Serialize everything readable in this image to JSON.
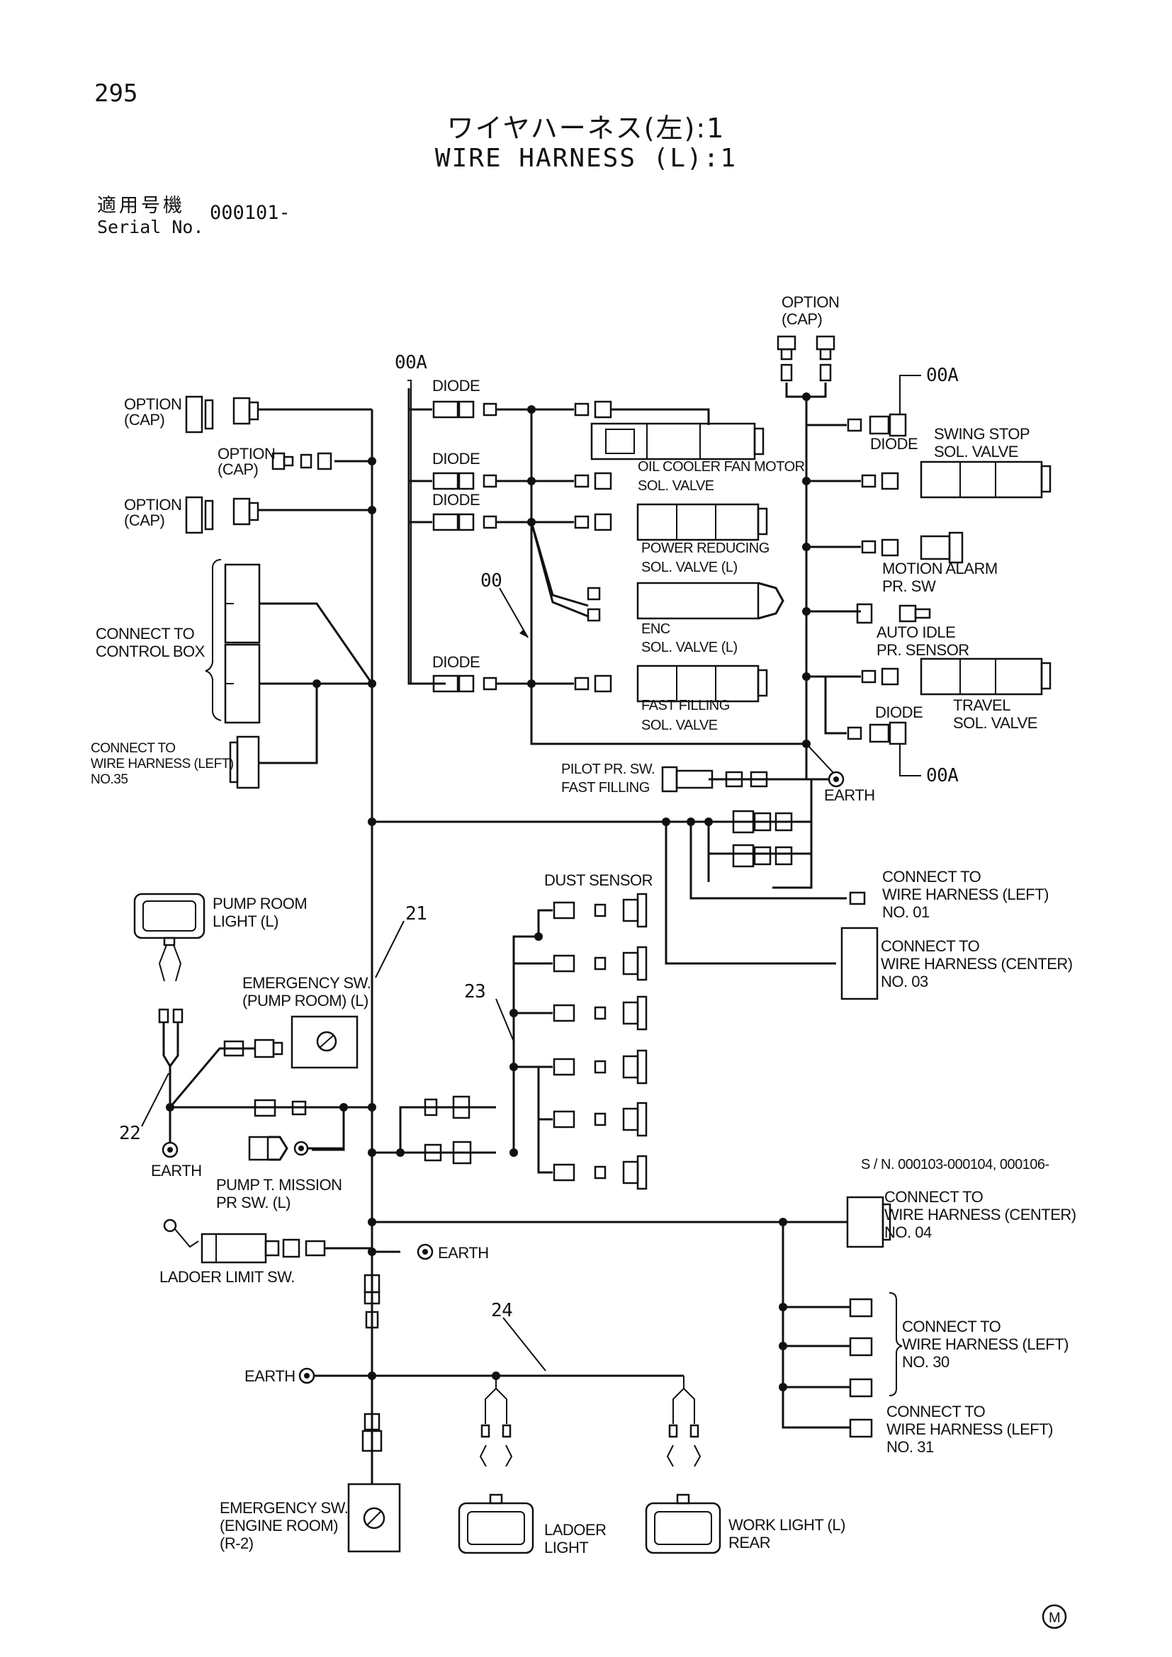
{
  "header": {
    "page_number": "295",
    "title_jp": "ワイヤハーネス(左):1",
    "title_en": "WIRE HARNESS (L):1",
    "serial_label_jp": "適用号機",
    "serial_label_en": "Serial No.",
    "serial_value": "000101-"
  },
  "labels": {
    "option_cap_1": [
      "OPTION",
      "(CAP)"
    ],
    "option_cap_2": [
      "OPTION",
      "(CAP)"
    ],
    "option_cap_3": [
      "OPTION",
      "(CAP)"
    ],
    "option_cap_top": [
      "OPTION",
      "(CAP)"
    ],
    "connect_control_box": [
      "CONNECT TO",
      "CONTROL BOX"
    ],
    "connect_wh_left_35": [
      "CONNECT TO",
      "WIRE HARNESS (LEFT)",
      "NO.35"
    ],
    "ref_00a_top": "00A",
    "ref_00a_right_top": "00A",
    "ref_00a_right_bottom": "00A",
    "ref_00": "00",
    "ref_21": "21",
    "ref_22": "22",
    "ref_23": "23",
    "ref_24": "24",
    "diode_1": "DIODE",
    "diode_2": "DIODE",
    "diode_3": "DIODE",
    "diode_4": "DIODE",
    "diode_right_1": "DIODE",
    "diode_right_2": "DIODE",
    "oil_cooler": [
      "OIL COOLER FAN MOTOR",
      "SOL. VALVE"
    ],
    "power_reducing": [
      "POWER REDUCING",
      "SOL. VALVE (L)"
    ],
    "enc": [
      "ENC",
      "SOL. VALVE (L)"
    ],
    "fast_filling": [
      "FAST FILLING",
      "SOL. VALVE"
    ],
    "swing_stop": [
      "SWING STOP",
      "SOL. VALVE"
    ],
    "motion_alarm": [
      "MOTION ALARM",
      "PR. SW"
    ],
    "auto_idle": [
      "AUTO IDLE",
      "PR. SENSOR"
    ],
    "travel": [
      "TRAVEL",
      "SOL. VALVE"
    ],
    "pilot_pr_sw": [
      "PILOT PR. SW.",
      "FAST FILLING"
    ],
    "earth_1": "EARTH",
    "earth_2": "EARTH",
    "earth_3": "EARTH",
    "earth_4": "EARTH",
    "connect_wh_left_01": [
      "CONNECT TO",
      "WIRE HARNESS (LEFT)",
      "NO. 01"
    ],
    "connect_wh_center_03": [
      "CONNECT TO",
      "WIRE HARNESS (CENTER)",
      "NO. 03"
    ],
    "dust_sensor": "DUST SENSOR",
    "pump_room_light": [
      "PUMP ROOM",
      "LIGHT (L)"
    ],
    "emergency_sw_pump": [
      "EMERGENCY SW.",
      "(PUMP ROOM) (L)"
    ],
    "pump_t_mission": [
      "PUMP T. MISSION",
      "PR SW. (L)"
    ],
    "ladoer_limit": "LADOER LIMIT SW.",
    "serial_note": "S / N. 000103-000104, 000106-",
    "connect_wh_center_04": [
      "CONNECT TO",
      "WIRE HARNESS (CENTER)",
      "NO. 04"
    ],
    "connect_wh_left_30": [
      "CONNECT TO",
      "WIRE HARNESS (LEFT)",
      "NO. 30"
    ],
    "connect_wh_left_31": [
      "CONNECT TO",
      "WIRE HARNESS (LEFT)",
      "NO. 31"
    ],
    "emergency_sw_engine": [
      "EMERGENCY SW.",
      "(ENGINE ROOM)",
      "(R-2)"
    ],
    "ladoer_light": [
      "LADOER",
      "LIGHT"
    ],
    "work_light": [
      "WORK LIGHT (L)",
      "REAR"
    ],
    "m_mark": "M"
  }
}
